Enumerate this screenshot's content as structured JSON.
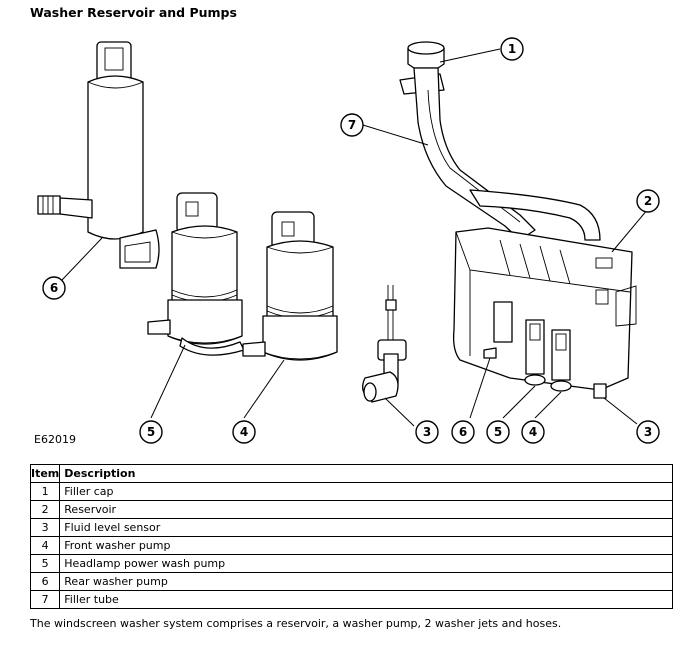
{
  "title": "Washer Reservoir and Pumps",
  "figure_code": "E62019",
  "callouts": {
    "c1": "1",
    "c2": "2",
    "c3a": "3",
    "c3b": "3",
    "c4a": "4",
    "c4b": "4",
    "c5a": "5",
    "c5b": "5",
    "c6a": "6",
    "c6b": "6",
    "c7": "7"
  },
  "legend": {
    "header": {
      "item": "Item",
      "description": "Description"
    },
    "rows": [
      {
        "item": "1",
        "description": "Filler cap"
      },
      {
        "item": "2",
        "description": "Reservoir"
      },
      {
        "item": "3",
        "description": "Fluid level sensor"
      },
      {
        "item": "4",
        "description": "Front washer pump"
      },
      {
        "item": "5",
        "description": "Headlamp power wash pump"
      },
      {
        "item": "6",
        "description": "Rear washer pump"
      },
      {
        "item": "7",
        "description": "Filler tube"
      }
    ]
  },
  "description": "The windscreen washer system comprises a reservoir, a washer pump, 2 washer jets and hoses."
}
